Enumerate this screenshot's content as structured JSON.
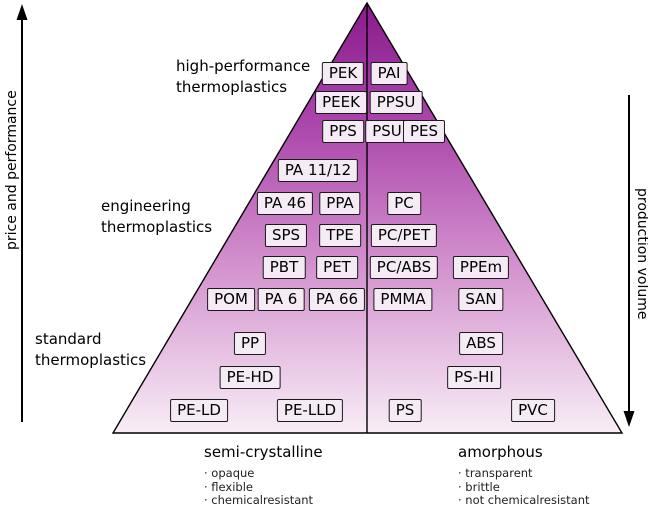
{
  "axes": {
    "left": "price and performance",
    "right": "production volume"
  },
  "sections": [
    {
      "line1": "high-performance",
      "line2": "thermoplastics"
    },
    {
      "line1": "engineering",
      "line2": "thermoplastics"
    },
    {
      "line1": "standard",
      "line2": "thermoplastics"
    }
  ],
  "materials": [
    "PEK",
    "PAI",
    "PEEK",
    "PPSU",
    "PPS",
    "PSU",
    "PES",
    "PA 11/12",
    "PA 46",
    "PPA",
    "PC",
    "SPS",
    "TPE",
    "PC/PET",
    "PBT",
    "PET",
    "PC/ABS",
    "PPEm",
    "POM",
    "PA 6",
    "PA 66",
    "PMMA",
    "SAN",
    "PP",
    "ABS",
    "PE-HD",
    "PS-HI",
    "PE-LD",
    "PE-LLD",
    "PS",
    "PVC"
  ],
  "footer": {
    "left": {
      "title": "semi-crystalline",
      "bullets": [
        "· opaque",
        "· flexible",
        "· chemicalresistant"
      ]
    },
    "right": {
      "title": "amorphous",
      "bullets": [
        "· transparent",
        "· brittle",
        "· not chemicalresistant"
      ]
    }
  },
  "colors": {
    "gradient_top": "#8a1b8d",
    "gradient_mid": "#c06cbc",
    "gradient_bottom": "#f8edf6",
    "box_background": "#f4ebf4"
  }
}
